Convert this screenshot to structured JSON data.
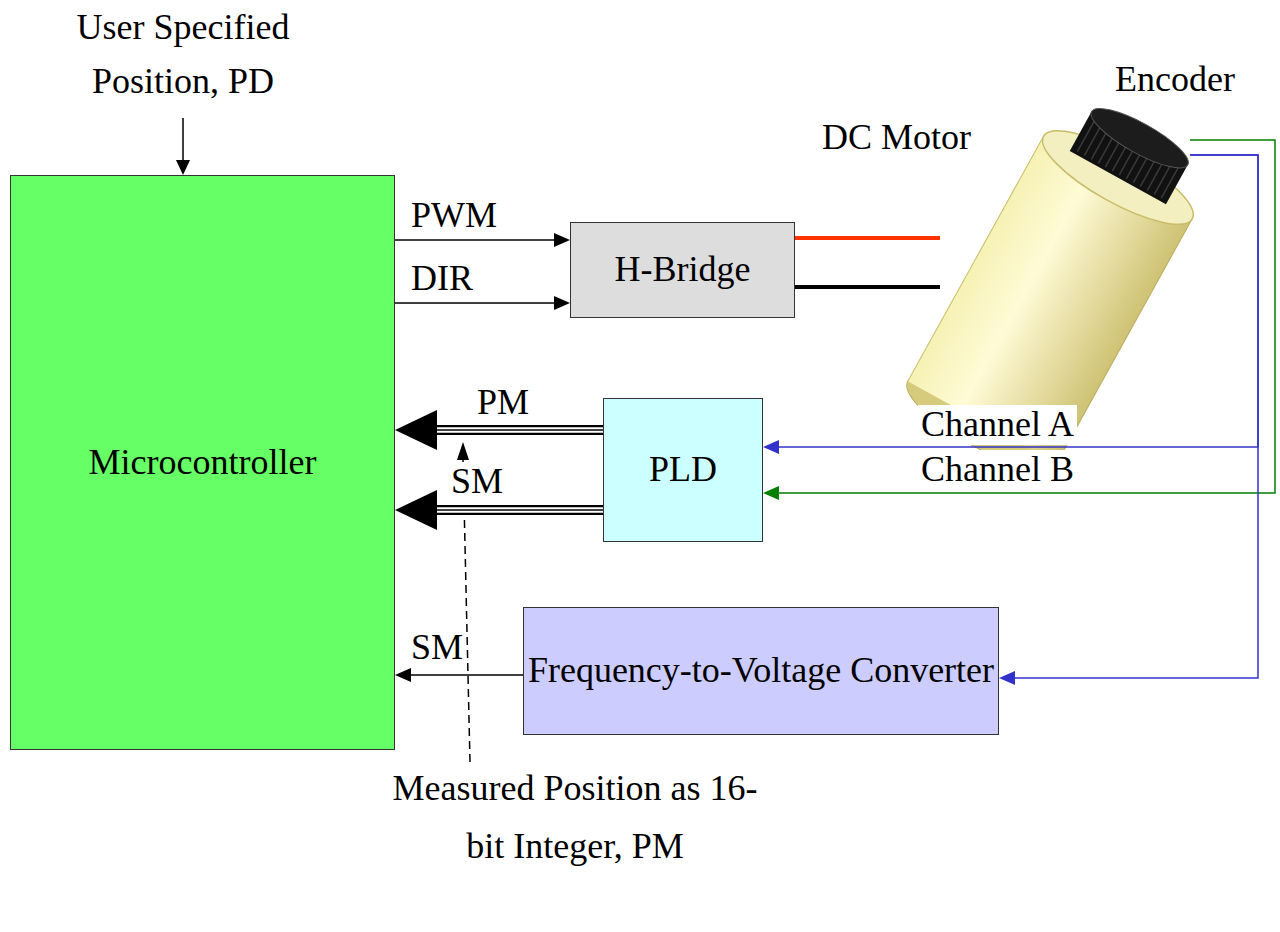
{
  "diagram": {
    "nodes": [
      {
        "text": [
          "Microcontroller"
        ]
      },
      {
        "text": [
          "H-Bridge"
        ]
      },
      {
        "text": [
          "DC Motor"
        ]
      },
      {
        "text": [
          "Encoder"
        ]
      },
      {
        "text": [
          "PLD"
        ]
      },
      {
        "text": [
          "Frequency-to-Voltage Converter"
        ]
      }
    ],
    "edges": [
      {
        "from": 0,
        "to": 1,
        "label": "PWM",
        "arrow": "to"
      },
      {
        "from": 0,
        "to": 1,
        "label": "DIR",
        "arrow": "to"
      },
      {
        "from": 1,
        "to": 2,
        "arrow": "none"
      },
      {
        "from": 1,
        "to": 2,
        "arrow": "none"
      },
      {
        "from": 4,
        "to": 0,
        "label": "PM",
        "arrow": "to"
      },
      {
        "from": 4,
        "to": 0,
        "label": "SM",
        "arrow": "to"
      },
      {
        "from": 5,
        "to": 0,
        "label": "SM",
        "arrow": "to"
      },
      {
        "from": 3,
        "to": 4,
        "label": "Channel A",
        "arrow": "to"
      },
      {
        "from": 3,
        "to": 4,
        "label": "Channel B",
        "arrow": "to"
      },
      {
        "from": 3,
        "to": 5,
        "arrow": "to"
      }
    ],
    "labels": [
      "User Specified Position, PD",
      "Measured Position as 16-bit Integer, PM"
    ]
  }
}
